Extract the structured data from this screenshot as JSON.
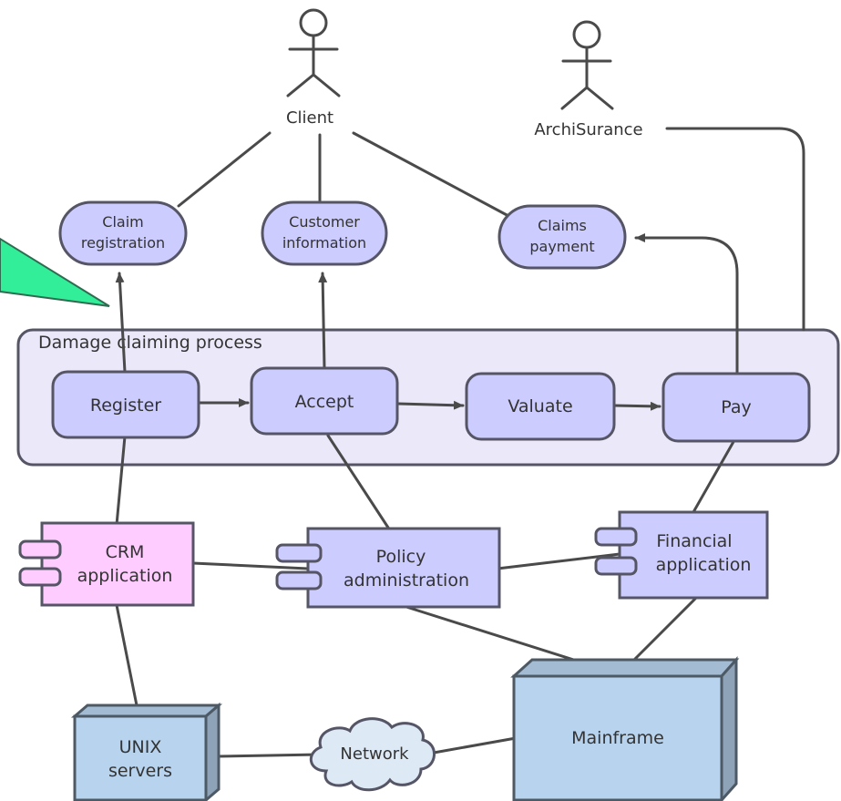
{
  "actors": {
    "client": "Client",
    "archisurance": "ArchiSurance"
  },
  "services": {
    "claim_registration": [
      "Claim",
      "registration"
    ],
    "customer_information": [
      "Customer",
      "information"
    ],
    "claims_payment": [
      "Claims",
      "payment"
    ]
  },
  "process": {
    "title": "Damage claiming process",
    "steps": [
      "Register",
      "Accept",
      "Valuate",
      "Pay"
    ]
  },
  "applications": {
    "crm": [
      "CRM",
      "application"
    ],
    "policy": [
      "Policy",
      "administration"
    ],
    "financial": [
      "Financial",
      "application"
    ]
  },
  "infrastructure": {
    "unix": [
      "UNIX",
      "servers"
    ],
    "network": "Network",
    "mainframe": "Mainframe"
  },
  "colors": {
    "service_fill": "#ccccff",
    "process_fill": "#ebe8fa",
    "crm_fill": "#ffccff",
    "node_fill": "#b7d3ee",
    "network_fill": "#dde9f5",
    "callout_fill": "#33ee99"
  }
}
